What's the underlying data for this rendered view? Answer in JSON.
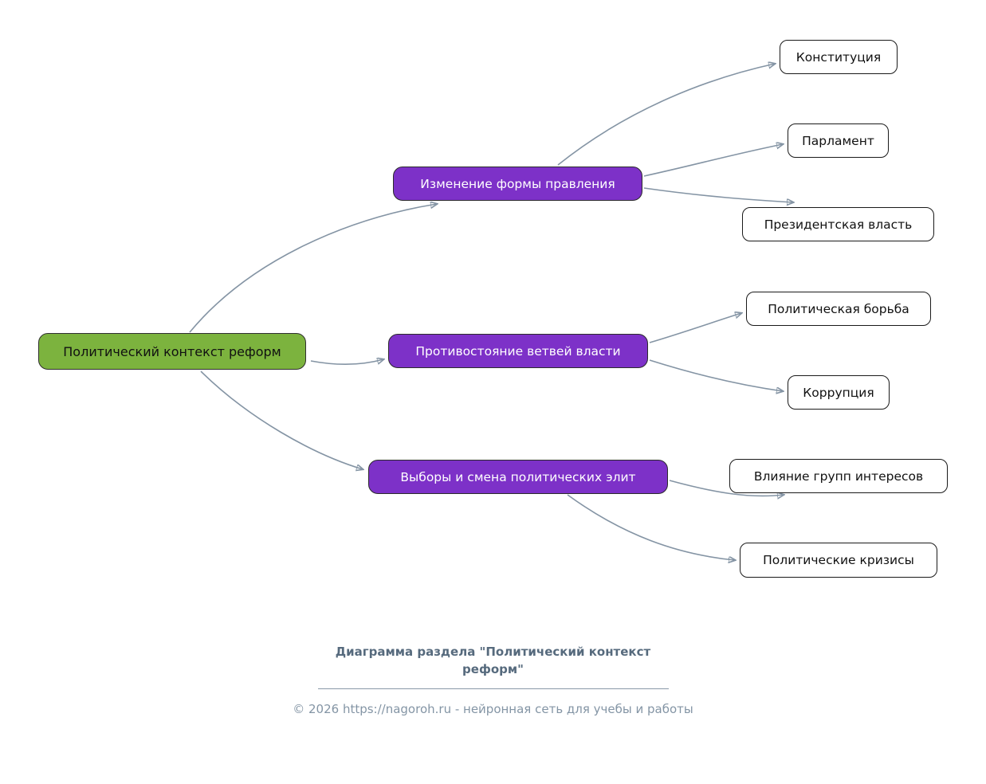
{
  "diagram": {
    "root": {
      "label": "Политический контекст реформ"
    },
    "branches": [
      {
        "label": "Изменение формы правления",
        "children": [
          "Конституция",
          "Парламент",
          "Президентская власть"
        ]
      },
      {
        "label": "Противостояние ветвей власти",
        "children": [
          "Политическая борьба",
          "Коррупция"
        ]
      },
      {
        "label": "Выборы и смена политических элит",
        "children": [
          "Влияние групп интересов",
          "Политические кризисы"
        ]
      }
    ]
  },
  "footer": {
    "title_line1": "Диаграмма раздела \"Политический контекст",
    "title_line2": "реформ\"",
    "copyright": "© 2026 https://nagoroh.ru - нейронная сеть для учебы и работы"
  },
  "colors": {
    "root_fill": "#7cb33e",
    "branch_fill": "#7d31c8",
    "leaf_fill": "#ffffff",
    "edge_stroke": "#8494a4",
    "footer_title": "#566a7d",
    "footer_text": "#8495a5"
  }
}
